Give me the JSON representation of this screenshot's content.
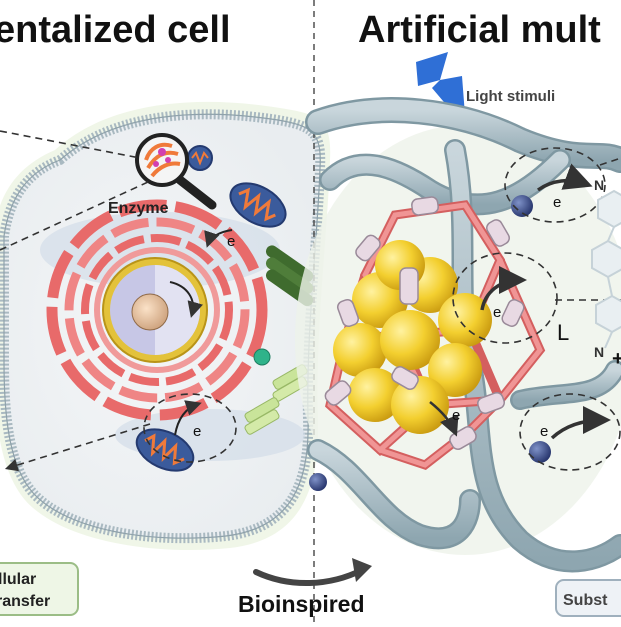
{
  "titles": {
    "left": "entalized cell",
    "right": "Artificial mult"
  },
  "labels": {
    "enzyme": "Enzyme",
    "light_stimuli": "Light stimuli",
    "bioinspired": "Bioinspired",
    "electron": "e",
    "ligand": "L",
    "nitrogen": "N",
    "plus": "+"
  },
  "boxes": {
    "left_line1": "llular",
    "left_line2": "ransfer",
    "right_line1": "Subst"
  },
  "colors": {
    "membrane": "#a9b9c1",
    "golgi": "#e86a6a",
    "nucleus_envelope": "#e3c23a",
    "mitochondria": "#3b5b9c",
    "chloroplast": "#3f6b2e",
    "tube": "#9eb5be",
    "cage": "#e77c7c",
    "sphere_core": "#f3cf2f",
    "light_bolt": "#2f6fd6"
  },
  "icons": [
    "magnifier-icon",
    "lightning-icon",
    "arrow-icon"
  ]
}
